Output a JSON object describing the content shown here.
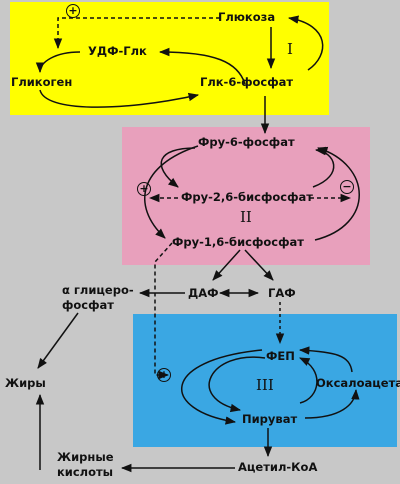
{
  "metabolites": {
    "glucose": "Глюкоза",
    "udp_glc": "УДФ-Глк",
    "glycogen": "Гликоген",
    "glc6p": "Глк-6-фосфат",
    "fru6p": "Фру-6-фосфат",
    "fru26bp": "Фру-2,6-бисфосфат",
    "fru16bp": "Фру-1,6-бисфосфат",
    "glycerophosphate_line1": "α глицеро-",
    "glycerophosphate_line2": "фосфат",
    "dhap": "ДАФ",
    "gap": "ГАФ",
    "pep": "ФЕП",
    "oxaloacetate": "Оксалоацетат",
    "pyruvate": "Пируват",
    "acetyl_coa": "Ацетил-КоА",
    "fats": "Жиры",
    "fatty_acids_line1": "Жирные",
    "fatty_acids_line2": "кислоты"
  },
  "regions": {
    "r1": "I",
    "r2": "II",
    "r3": "III"
  },
  "regulators": {
    "activator": "+",
    "inhibitor": "−"
  },
  "colors": {
    "region1": "#ffff00",
    "region2": "#e8a0bc",
    "region3": "#3aa7e3",
    "background": "#c8c8c8"
  }
}
